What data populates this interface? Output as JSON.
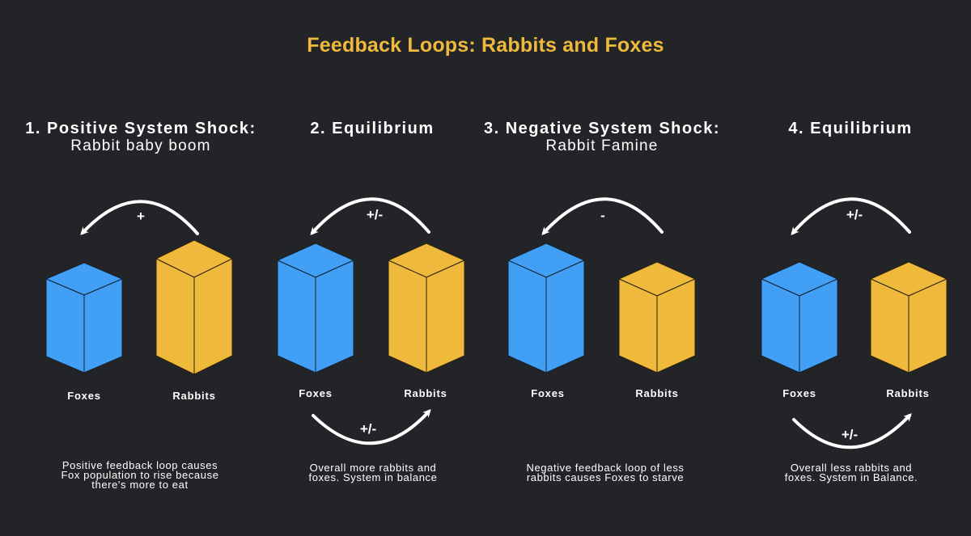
{
  "title": "Feedback Loops: Rabbits and Foxes",
  "colors": {
    "background": "#232428",
    "title": "#efb93c",
    "foxes": "#419ff6",
    "rabbits": "#efb93c",
    "arrow": "#ffffff"
  },
  "panels": [
    {
      "heading": "1. Positive System Shock:",
      "subheading": "Rabbit baby boom",
      "top_sign": "+",
      "bottom_sign": "",
      "foxes_label": "Foxes",
      "rabbits_label": "Rabbits",
      "caption": "Positive feedback loop causes Fox population to rise because there's more to eat"
    },
    {
      "heading": "2. Equilibrium",
      "subheading": "",
      "top_sign": "+/-",
      "bottom_sign": "+/-",
      "foxes_label": "Foxes",
      "rabbits_label": "Rabbits",
      "caption": "Overall more rabbits and foxes.  System in balance"
    },
    {
      "heading": "3. Negative System Shock:",
      "subheading": "Rabbit Famine",
      "top_sign": "-",
      "bottom_sign": "",
      "foxes_label": "Foxes",
      "rabbits_label": "Rabbits",
      "caption": "Negative feedback loop of less rabbits causes Foxes to starve"
    },
    {
      "heading": "4. Equilibrium",
      "subheading": "",
      "top_sign": "+/-",
      "bottom_sign": "+/-",
      "foxes_label": "Foxes",
      "rabbits_label": "Rabbits",
      "caption": "Overall less rabbits and foxes. System in Balance."
    }
  ]
}
